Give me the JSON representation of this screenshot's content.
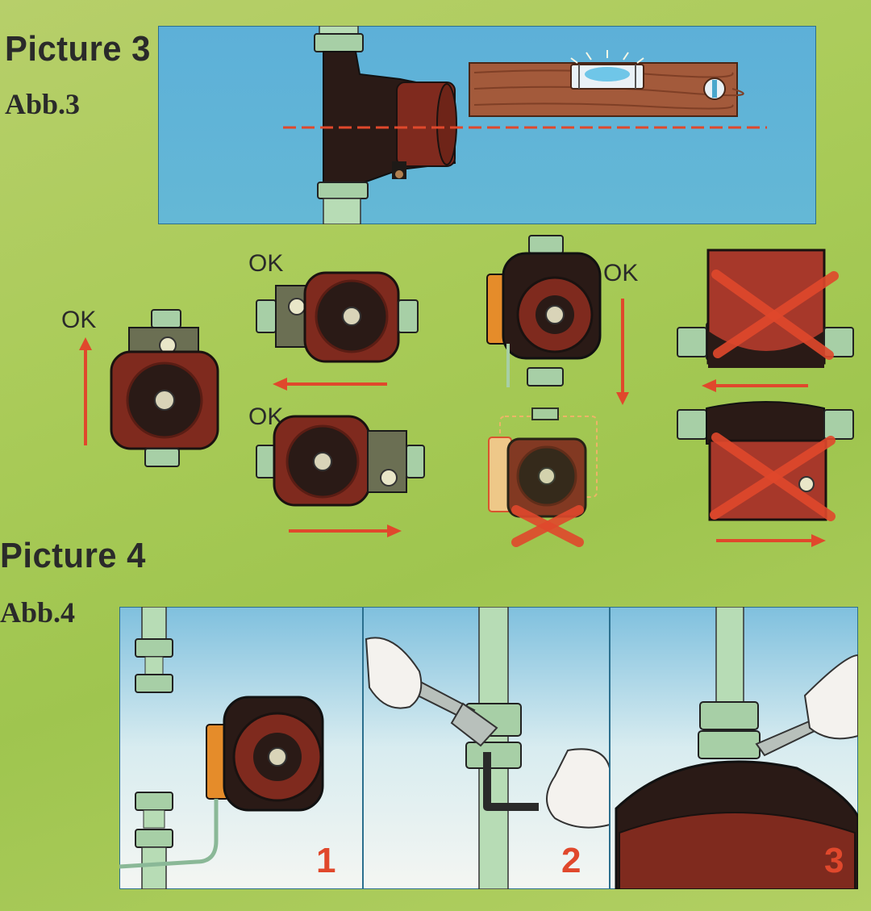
{
  "picture3": {
    "title": "Picture 3",
    "subtitle": "Abb.3"
  },
  "orientation": {
    "ok_labels": [
      "OK",
      "OK",
      "OK",
      "OK"
    ],
    "allowed_positions": 4,
    "forbidden_positions": 3
  },
  "picture4": {
    "title": "Picture 4",
    "subtitle": "Abb.4"
  },
  "steps": [
    "1",
    "2",
    "3"
  ],
  "colors": {
    "background": "#a9cb58",
    "panel_sky": "#5fb2d6",
    "pump_body": "#8a2b1e",
    "pump_dark": "#1e1a17",
    "arrow_red": "#e0482c",
    "pipe_green": "#b6dcb0"
  },
  "icons": [
    "pump-icon",
    "spirit-level-icon",
    "arrow-icon",
    "cross-icon",
    "wrench-icon",
    "hex-key-icon",
    "hand-icon"
  ]
}
